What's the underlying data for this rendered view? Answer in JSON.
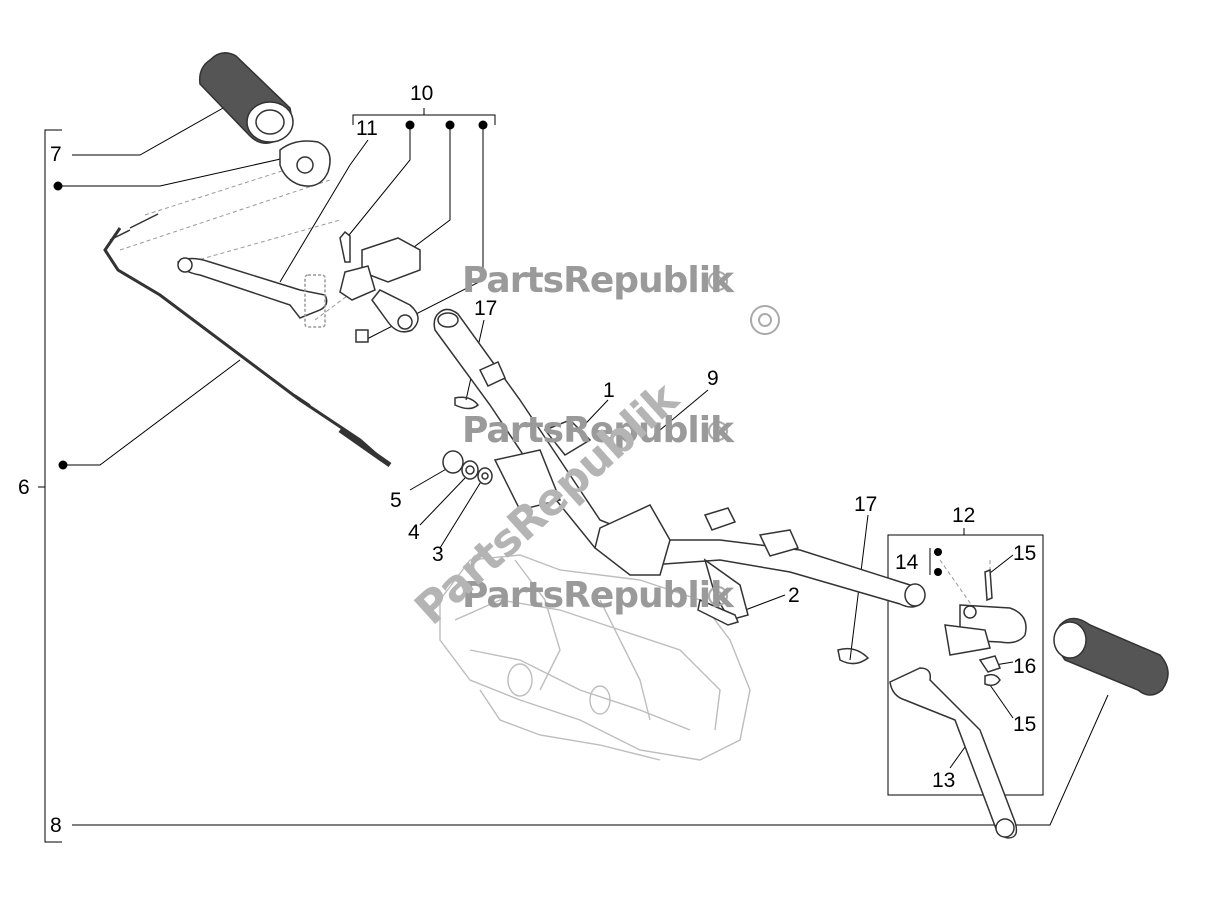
{
  "watermark": {
    "text": "PartsRepublik"
  },
  "callouts": [
    {
      "id": "c1",
      "text": "1"
    },
    {
      "id": "c2",
      "text": "2"
    },
    {
      "id": "c3",
      "text": "3"
    },
    {
      "id": "c4",
      "text": "4"
    },
    {
      "id": "c5",
      "text": "5"
    },
    {
      "id": "c6",
      "text": "6"
    },
    {
      "id": "c7",
      "text": "7"
    },
    {
      "id": "c8",
      "text": "8"
    },
    {
      "id": "c9",
      "text": "9"
    },
    {
      "id": "c10",
      "text": "10"
    },
    {
      "id": "c11",
      "text": "11"
    },
    {
      "id": "c12",
      "text": "12"
    },
    {
      "id": "c13",
      "text": "13"
    },
    {
      "id": "c14",
      "text": "14"
    },
    {
      "id": "c15a",
      "text": "15"
    },
    {
      "id": "c15b",
      "text": "15"
    },
    {
      "id": "c16",
      "text": "16"
    },
    {
      "id": "c17a",
      "text": "17"
    },
    {
      "id": "c17b",
      "text": "17"
    }
  ],
  "colors": {
    "line": "#000000",
    "part_stroke": "#333333",
    "ghost_stroke": "#bbbbbb",
    "watermark": "#9a9a9a"
  }
}
